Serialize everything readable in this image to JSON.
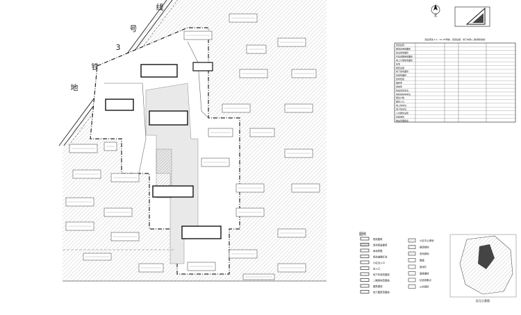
{
  "plan": {
    "railway_chars": [
      "线",
      "号",
      "3",
      "铁",
      "地"
    ]
  },
  "compass": {
    "north_label": "北"
  },
  "table": {
    "title": "建设项目(1-3、10-16号楼)、配建设施、地下车库(二期)规划指标",
    "rows": [
      "项目名称",
      "规划总用地面积",
      "建设用地面积",
      "代征道路用地面积",
      "地上计容建筑面积",
      "住宅",
      "配套设施",
      "地下建筑面积",
      "总建筑面积",
      "建筑密度",
      "容积率",
      "绿地率",
      "机动车停车位",
      "非机动车停车位",
      "居住户数",
      "居住人口",
      "地上停车位",
      "地下停车位",
      "公共服务设施",
      "社区用房",
      "物业管理用房"
    ]
  },
  "legend": {
    "title": "图例",
    "left_items": [
      "规划建筑",
      "现状保留建筑",
      "用地界限",
      "规划道路红线",
      "小区出入口",
      "出入口",
      "地下车库范围线",
      "二期用地范围线",
      "建筑退线",
      "地下建筑范围线"
    ],
    "right_items": [
      "小区中心绿地",
      "组团绿地",
      "宅间绿地",
      "围墙",
      "宣传栏",
      "健身器材",
      "垃圾收集点",
      "公共厕所"
    ]
  },
  "key_map": {
    "caption": "区位示意图"
  }
}
